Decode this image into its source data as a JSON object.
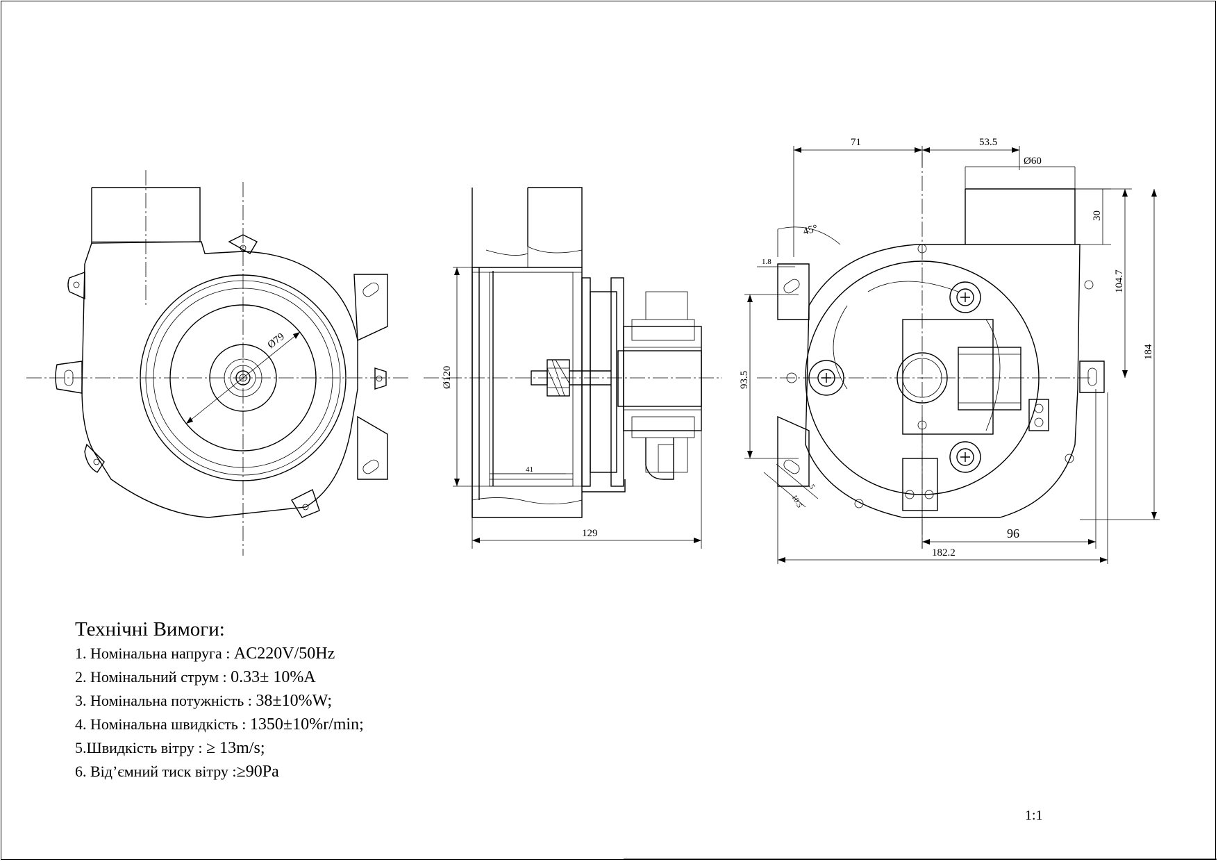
{
  "requirements": {
    "title": "Технічні Вимоги:",
    "items": [
      {
        "label": "1. Номінальна напруга : ",
        "value": "AC220V/50Hz"
      },
      {
        "label": "2. Номінальний струм : ",
        "value": "0.33± 10%A"
      },
      {
        "label": "3. Номінальна потужність : ",
        "value": "38±10%W;"
      },
      {
        "label": "4. Номінальна швидкість : ",
        "value": "1350±10%r/min;"
      },
      {
        "label": "5.Швидкість вітру : ",
        "value": "≥ 13m/s;"
      },
      {
        "label": "6. Від’ємний тиск вітру :",
        "value": "≥90Pa"
      }
    ]
  },
  "scale": "1:1",
  "dimensions": {
    "front_inner_diameter": "Ø79",
    "side_diameter": "Ø120",
    "side_depth": "41",
    "side_length": "129",
    "rear_width_left": "71",
    "rear_width_right": "53.5",
    "outlet_diameter": "Ø60",
    "outlet_height": "30",
    "outlet_to_center": "104.7",
    "total_height": "184",
    "mount_angle": "45°",
    "tab_offset": "1.8",
    "mount_height": "93.5",
    "slot_width": "5",
    "slot_length": "10.5",
    "right_offset": "96",
    "total_width": "182.2"
  }
}
